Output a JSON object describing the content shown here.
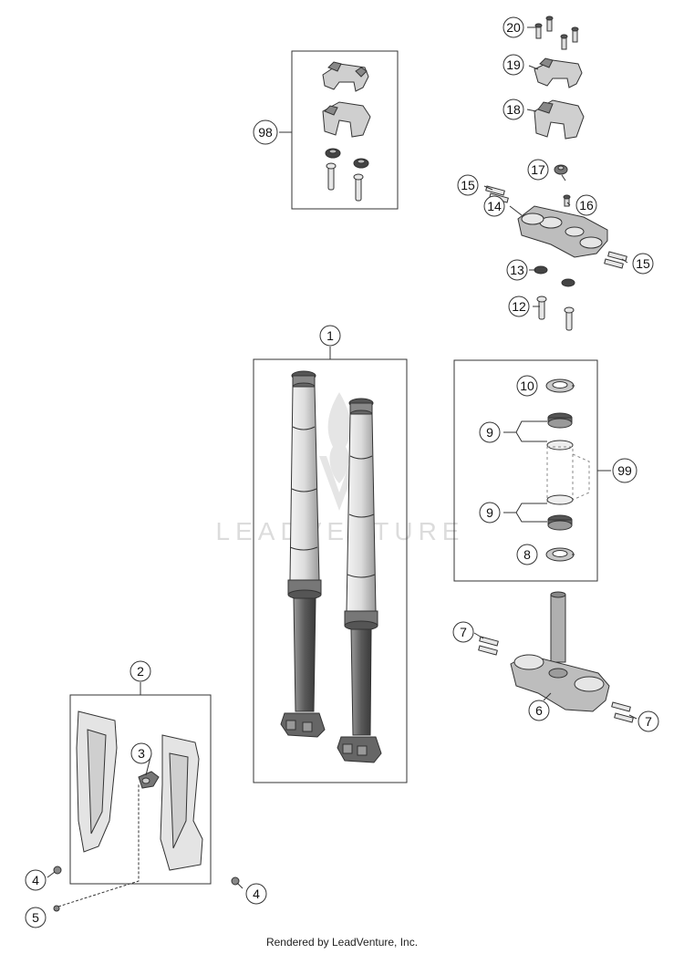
{
  "watermark": "LEADVENTURE",
  "footer": "Rendered by LeadVenture, Inc.",
  "callouts": {
    "c1": "1",
    "c2": "2",
    "c3": "3",
    "c4a": "4",
    "c4b": "4",
    "c5": "5",
    "c6": "6",
    "c7a": "7",
    "c7b": "7",
    "c8": "8",
    "c9a": "9",
    "c9b": "9",
    "c10": "10",
    "c12": "12",
    "c13": "13",
    "c14": "14",
    "c15a": "15",
    "c15b": "15",
    "c16": "16",
    "c17": "17",
    "c18": "18",
    "c19": "19",
    "c20": "20",
    "c98": "98",
    "c99": "99"
  },
  "colors": {
    "line": "#222222",
    "part_fill": "#e8e8e8",
    "part_dark": "#b5b5b5"
  }
}
